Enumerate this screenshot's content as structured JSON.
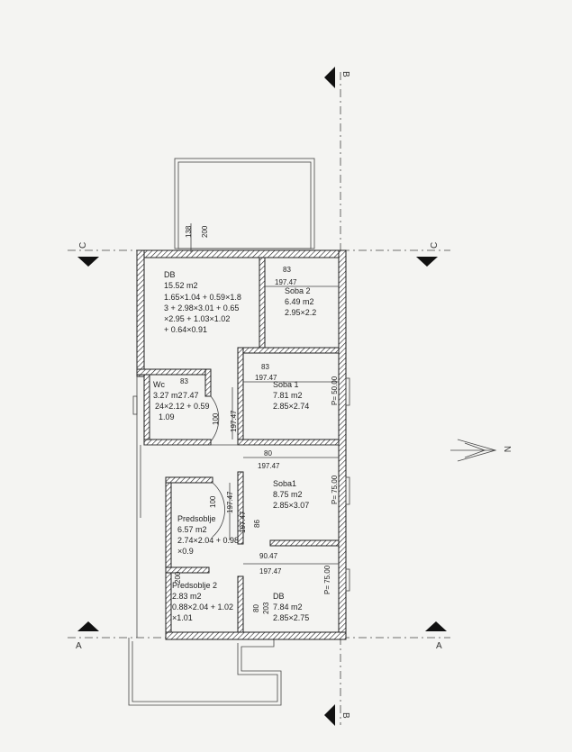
{
  "rooms": {
    "db_main": {
      "name": "DB",
      "area": "15.52 m2",
      "f1": "1.65×1.04 + 0.59×1.8",
      "f2": "3 + 2.98×3.01 + 0.65",
      "f3": "×2.95 + 1.03×1.02",
      "f4": "+ 0.64×0.91"
    },
    "soba2": {
      "name": "Soba 2",
      "area": "6.49 m2",
      "dims": "2.95×2.2"
    },
    "soba1a": {
      "name": "Soba 1",
      "area": "7.81 m2",
      "dims": "2.85×2.74"
    },
    "wc": {
      "name": "Wc",
      "area": "3.27 m2",
      "f1": "7.47",
      "f2": "24×2.12 + 0.59",
      "f3": "1.09"
    },
    "soba1b": {
      "name": "Soba1",
      "area": "8.75 m2",
      "dims": "2.85×3.07"
    },
    "predsoblje": {
      "name": "Predsoblje",
      "area": "6.57 m2",
      "f1": "2.74×2.04 + 0.98",
      "f2": "×0.9"
    },
    "predsoblje2": {
      "name": "Predsoblje 2",
      "area": "2.83 m2",
      "f1": "0.88×2.04 + 1.02",
      "f2": "×1.01"
    },
    "db_small": {
      "name": "DB",
      "area": "7.84 m2",
      "dims": "2.85×2.75"
    }
  },
  "dims": {
    "d138": "138",
    "d200": "200",
    "d83a": "83",
    "d19747a": "197.47",
    "d83b": "83",
    "d19747b": "197.47",
    "d83c": "83",
    "d100a": "100",
    "d19747c": "197.47",
    "d80a": "80",
    "d19747d": "197.47",
    "d100b": "100",
    "d19747e": "197.47",
    "d19747f": "197.47",
    "d86": "86",
    "d9047": "90.47",
    "d19747g": "197.47",
    "d80b": "80",
    "d203": "203",
    "d200b": "200",
    "p50": "P= 50.00",
    "p75a": "P= 75.00",
    "p75b": "P= 75.00"
  },
  "axes": {
    "c": "C",
    "b": "B",
    "a": "A"
  },
  "north": "N"
}
